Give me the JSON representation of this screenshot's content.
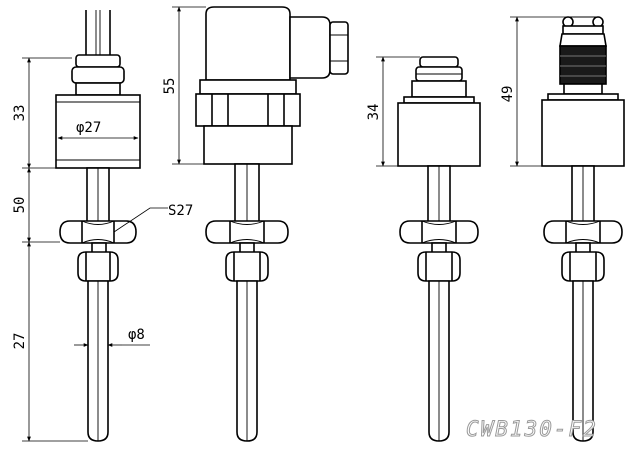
{
  "drawing": {
    "model_label": "CWB130-F2",
    "dimensions": {
      "v1_body_height": "33",
      "v1_body_diameter": "φ27",
      "v1_neck_length": "50",
      "v1_nut_size": "S27",
      "v1_probe_length": "27",
      "v1_probe_diameter": "φ8",
      "v2_body_height": "55",
      "v3_body_height": "34",
      "v4_body_height": "49"
    },
    "variants": [
      "cable-outlet",
      "din-connector",
      "m12-connector",
      "aviation-connector"
    ]
  }
}
